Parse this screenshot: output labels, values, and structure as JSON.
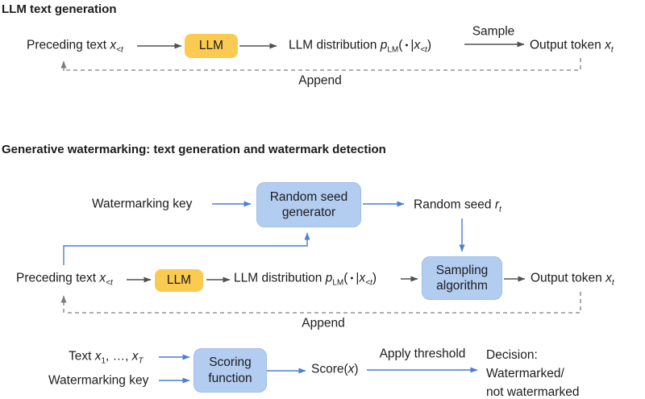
{
  "colors": {
    "background": "#ffffff",
    "text": "#1c1c1e",
    "yellow_box": "#fbca50",
    "blue_box": "#b3cdf1",
    "blue_box_border": "#9fbee9",
    "blue_arrow": "#4a7fd1",
    "gray_arrow": "#515154",
    "dashed_line": "#7d7d7d"
  },
  "generation": {
    "title": "LLM text generation",
    "preceding_text": [
      {
        "t": "Preceding text "
      },
      {
        "t": "x",
        "c": "it"
      },
      {
        "t": "<t",
        "c": "it sub"
      }
    ],
    "llm_box_label": "LLM",
    "distribution": [
      {
        "t": "LLM distribution "
      },
      {
        "t": "p",
        "c": "it"
      },
      {
        "t": "LM",
        "c": "sub"
      },
      {
        "t": "("
      },
      {
        "t": " • ",
        "c": "bullet"
      },
      {
        "t": "|"
      },
      {
        "t": "x",
        "c": "it"
      },
      {
        "t": "<t",
        "c": "it sub"
      },
      {
        "t": ")"
      }
    ],
    "sample_label": "Sample",
    "output_token": [
      {
        "t": "Output token "
      },
      {
        "t": "x",
        "c": "it"
      },
      {
        "t": "t",
        "c": "it sub"
      }
    ],
    "append_label": "Append"
  },
  "watermarking": {
    "title": "Generative watermarking: text generation and watermark detection",
    "watermarking_key": "Watermarking key",
    "random_seed_generator_box_label": "Random seed\ngenerator",
    "random_seed": [
      {
        "t": "Random seed "
      },
      {
        "t": "r",
        "c": "it"
      },
      {
        "t": "t",
        "c": "it sub"
      }
    ],
    "sampling_algorithm_box_label": "Sampling\nalgorithm",
    "preceding_text": [
      {
        "t": "Preceding text "
      },
      {
        "t": "x",
        "c": "it"
      },
      {
        "t": "<t",
        "c": "it sub"
      }
    ],
    "llm_box_label": "LLM",
    "distribution": [
      {
        "t": "LLM distribution "
      },
      {
        "t": "p",
        "c": "it"
      },
      {
        "t": "LM",
        "c": "sub"
      },
      {
        "t": "("
      },
      {
        "t": " • ",
        "c": "bullet"
      },
      {
        "t": "|"
      },
      {
        "t": "x",
        "c": "it"
      },
      {
        "t": "<t",
        "c": "it sub"
      },
      {
        "t": ")"
      }
    ],
    "output_token": [
      {
        "t": "Output token "
      },
      {
        "t": "x",
        "c": "it"
      },
      {
        "t": "t",
        "c": "it sub"
      }
    ],
    "append_label": "Append"
  },
  "detection": {
    "text_input": [
      {
        "t": "Text "
      },
      {
        "t": "x",
        "c": "it"
      },
      {
        "t": "1",
        "c": "sub"
      },
      {
        "t": ", …, "
      },
      {
        "t": "x",
        "c": "it"
      },
      {
        "t": "T",
        "c": "it sub"
      }
    ],
    "watermarking_key": "Watermarking key",
    "scoring_function_box_label": "Scoring\nfunction",
    "score": [
      {
        "t": "Score("
      },
      {
        "t": "x",
        "c": "it"
      },
      {
        "t": ")"
      }
    ],
    "apply_threshold_label": "Apply threshold",
    "decision": "Decision:\nWatermarked/\nnot watermarked"
  }
}
